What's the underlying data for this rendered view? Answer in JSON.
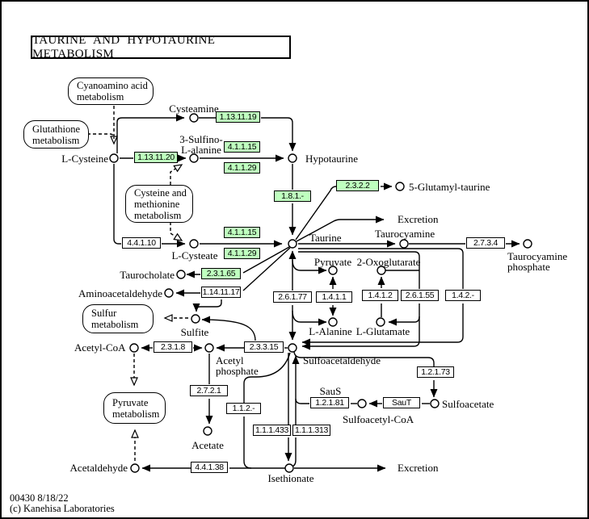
{
  "title": "TAURINE AND HYPOTAURINE METABOLISM",
  "footer": {
    "map_id": "00430 8/18/22",
    "copyright": "(c) Kanehisa Laboratories"
  },
  "colors": {
    "highlight_green": "#bfffbf",
    "box_bg": "#ffffff",
    "line": "#000000"
  },
  "pathways": {
    "cyanoamino": "Cyanoamino acid\nmetabolism",
    "glutathione": "Glutathione\nmetabolism",
    "cys_met": "Cysteine and\nmethionine\nmetabolism",
    "sulfur": "Sulfur\nmetabolism",
    "pyruvate_met": "Pyruvate\nmetabolism"
  },
  "metabolites": {
    "cysteamine": "Cysteamine",
    "sulfino": "3-Sulfino-\nL-alanine",
    "lcysteine": "L-Cysteine",
    "hypotaurine": "Hypotaurine",
    "lcysteate": "L-Cysteate",
    "taurine": "Taurine",
    "glutamyl": "5-Glutamyl-taurine",
    "excretion_top": "Excretion",
    "taurocyamine": "Taurocyamine",
    "tauro_phos": "Taurocyamine\nphosphate",
    "taurocholate": "Taurocholate",
    "aminoacetaldehyde": "Aminoacetaldehyde",
    "sulfite": "Sulfite",
    "pyruvate": "Pyruvate",
    "oxoglutarate": "2-Oxoglutarate",
    "alanine": "L-Alanine",
    "glutamate": "L-Glutamate",
    "acetylcoa": "Acetyl-CoA",
    "acetylphos": "Acetyl\nphosphate",
    "sulfoacetaldehyde": "Sulfoacetaldehyde",
    "saus": "SauS",
    "sulfoacetate": "Sulfoacetate",
    "sulfoacetylcoa": "Sulfoacetyl-CoA",
    "acetate": "Acetate",
    "acetaldehyde": "Acetaldehyde",
    "isethionate": "Isethionate",
    "excretion_bottom": "Excretion"
  },
  "enzymes": {
    "e1131119": "1.13.11.19",
    "e1131120": "1.13.11.20",
    "e41115": "4.1.1.15",
    "e41129": "4.1.1.29",
    "e181": "1.8.1.-",
    "e2322": "2.3.2.2",
    "e44110": "4.4.1.10",
    "e23165": "2.3.1.65",
    "e1141117": "1.14.11.17",
    "e26177": "2.6.1.77",
    "e1411": "1.4.1.1",
    "e1412": "1.4.1.2",
    "e26155": "2.6.1.55",
    "e142": "1.4.2.-",
    "e2734": "2.7.3.4",
    "e2318": "2.3.1.8",
    "e23315": "2.3.3.15",
    "e2721": "2.7.2.1",
    "e112": "1.1.2.-",
    "e111433": "1.1.1.433",
    "e111313": "1.1.1.313",
    "e12173": "1.2.1.73",
    "e12181": "1.2.1.81",
    "saut": "SauT",
    "e44138": "4.4.1.38"
  }
}
